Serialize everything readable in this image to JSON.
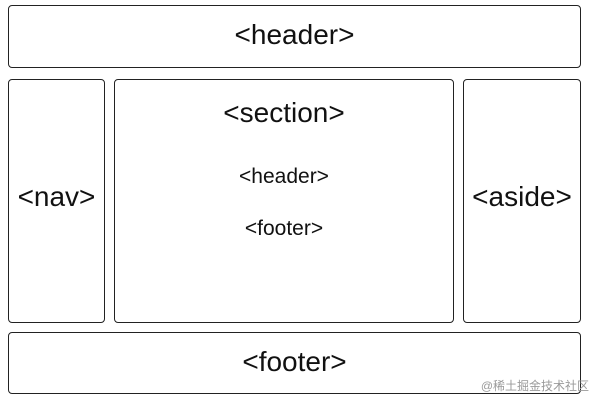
{
  "diagram": {
    "page_header": {
      "label": "<header>"
    },
    "nav": {
      "label": "<nav>"
    },
    "section": {
      "label": "<section>",
      "inner_header": "<header>",
      "inner_footer": "<footer>"
    },
    "aside": {
      "label": "<aside>"
    },
    "page_footer": {
      "label": "<footer>"
    }
  },
  "watermark": "@稀土掘金技术社区"
}
